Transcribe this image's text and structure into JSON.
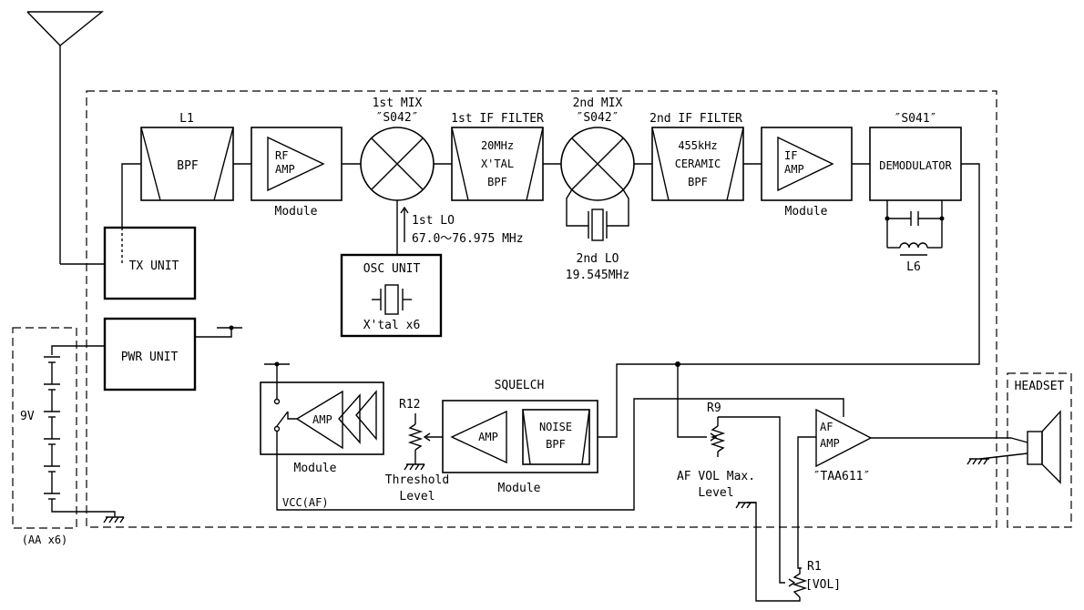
{
  "blocks": {
    "tx_unit": "TX UNIT",
    "pwr_unit": "PWR UNIT",
    "osc_unit": "OSC UNIT",
    "osc_crystal": "X'tal x6",
    "bpf_l1_title": "L1",
    "bpf_l1_label": "BPF",
    "rf_amp_line1": "RF",
    "rf_amp_line2": "AMP",
    "rf_amp_module": "Module",
    "mix1_line1": "1st MIX",
    "mix1_line2": "″S042″",
    "if1_title": "1st IF FILTER",
    "if1_line1": "20MHz",
    "if1_line2": "X'TAL",
    "if1_line3": "BPF",
    "mix2_line1": "2nd MIX",
    "mix2_line2": "″S042″",
    "if2_title": "2nd IF FILTER",
    "if2_line1": "455kHz",
    "if2_line2": "CERAMIC",
    "if2_line3": "BPF",
    "if_amp_line1": "IF",
    "if_amp_line2": "AMP",
    "if_amp_module": "Module",
    "demod_title": "″S041″",
    "demod_label": "DEMODULATOR",
    "l6": "L6",
    "lo1_line1": "1st LO",
    "lo1_line2": "67.0～76.975 MHz",
    "lo2_line1": "2nd LO",
    "lo2_line2": "19.545MHz",
    "squelch_title": "SQUELCH",
    "squelch_amp": "AMP",
    "noise_bpf_line1": "NOISE",
    "noise_bpf_line2": "BPF",
    "squelch_module": "Module",
    "r12": "R12",
    "threshold_line1": "Threshold",
    "threshold_line2": "Level",
    "switch_amp": "AMP",
    "switch_module": "Module",
    "vcc_af": "VCC(AF)",
    "r9": "R9",
    "af_vol_line1": "AF VOL Max.",
    "af_vol_line2": "Level",
    "af_amp_line1": "AF",
    "af_amp_line2": "AMP",
    "af_amp_ic": "″TAA611″",
    "r1": "R1",
    "vol": "[VOL]",
    "headset": "HEADSET",
    "battery_voltage": "9V",
    "battery_type": "(AA x6)"
  }
}
